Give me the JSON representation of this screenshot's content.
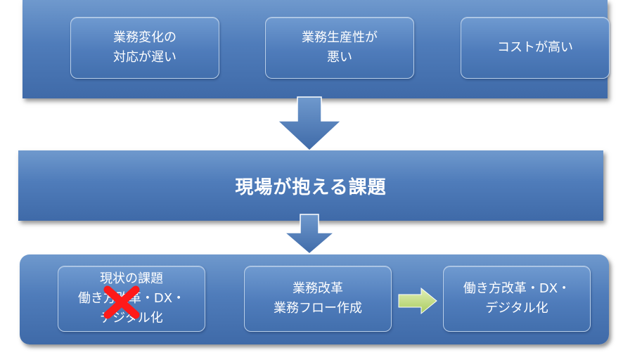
{
  "top_issues": [
    {
      "label": "業務変化の\n対応が遅い"
    },
    {
      "label": "業務生産性が\n悪い"
    },
    {
      "label": "コストが高い"
    }
  ],
  "middle_band": {
    "title": "現場が抱える課題"
  },
  "bottom_flow": [
    {
      "label": "現状の課題\n働き方改革・DX・\nデジタル化"
    },
    {
      "label": "業務改革\n業務フロー作成"
    },
    {
      "label": "働き方改革・DX・\nデジタル化"
    }
  ],
  "colors": {
    "band": "#4f7cba",
    "box_border": "#b9cfe9",
    "arrow_fill": "#4f7cba",
    "right_arrow_fill": "#c5e08a",
    "cross": "#ff1a1a",
    "text": "#ffffff"
  },
  "icons": {
    "down_arrow": "down-arrow-icon",
    "right_arrow": "right-arrow-icon",
    "cross": "cross-icon"
  }
}
